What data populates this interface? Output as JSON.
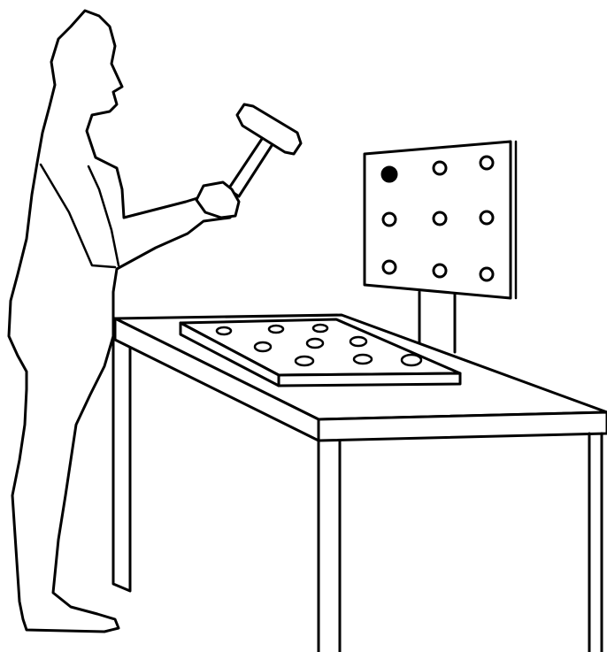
{
  "scene": {
    "background": "#ffffff",
    "line_color": "#000000",
    "figure": {
      "icon": "person-silhouette-icon",
      "tool_icon": "hammer-icon"
    },
    "table": {
      "icon": "table-icon"
    },
    "pegboard": {
      "icon": "pegboard-icon",
      "holes": 9
    },
    "display": {
      "icon": "target-display-icon",
      "rows": 3,
      "cols": 3,
      "highlighted": {
        "row": 1,
        "col": 1
      }
    }
  }
}
